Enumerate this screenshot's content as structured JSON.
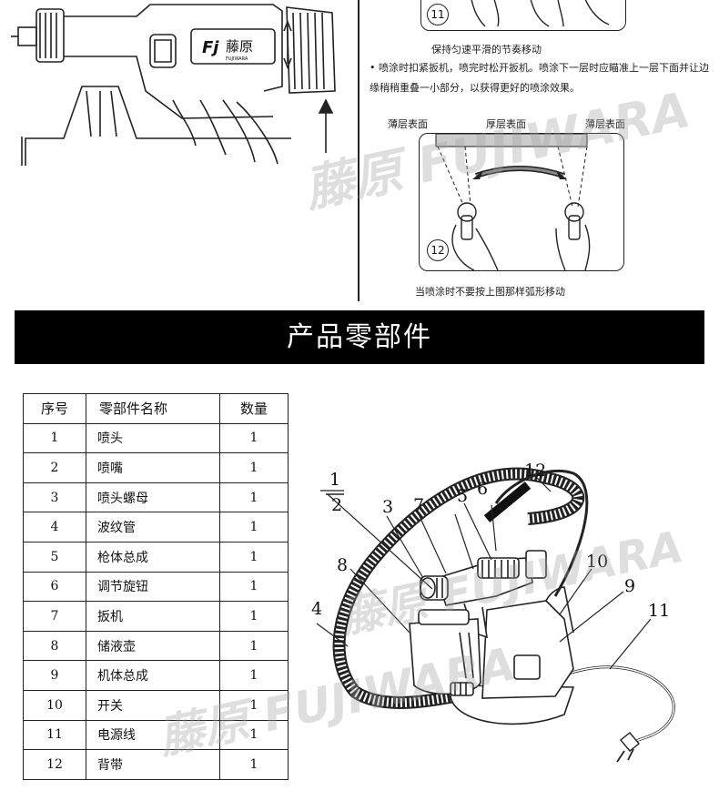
{
  "top_left": {
    "brand_logo": "Fj",
    "brand_name": "藤原",
    "brand_sub": "FUJIWARA"
  },
  "step11": {
    "number": "11",
    "caption": "保持匀速平滑的节奏移动",
    "tip": "• 喷涂时扣紧扳机，喷完时松开扳机。喷涂下一层时应瞄准上一层下面并让边缘稍稍重叠一小部分，以获得更好的喷涂效果。"
  },
  "step12": {
    "number": "12",
    "surface_left": "薄层表面",
    "surface_middle": "厚层表面",
    "surface_right": "薄层表面",
    "caption": "当喷涂时不要按上图那样弧形移动"
  },
  "section_title": "产品零部件",
  "parts_table": {
    "headers": [
      "序号",
      "零部件名称",
      "数量"
    ],
    "rows": [
      [
        "1",
        "喷头",
        "1"
      ],
      [
        "2",
        "喷嘴",
        "1"
      ],
      [
        "3",
        "喷头螺母",
        "1"
      ],
      [
        "4",
        "波纹管",
        "1"
      ],
      [
        "5",
        "枪体总成",
        "1"
      ],
      [
        "6",
        "调节旋钮",
        "1"
      ],
      [
        "7",
        "扳机",
        "1"
      ],
      [
        "8",
        "储液壶",
        "1"
      ],
      [
        "9",
        "机体总成",
        "1"
      ],
      [
        "10",
        "开关",
        "1"
      ],
      [
        "11",
        "电源线",
        "1"
      ],
      [
        "12",
        "背带",
        "1"
      ]
    ]
  },
  "diagram_callouts": [
    "1",
    "2",
    "3",
    "4",
    "5",
    "6",
    "7",
    "8",
    "9",
    "10",
    "11",
    "12"
  ],
  "watermarks": [
    "藤原 FUJIWARA",
    "藤原 FUJIWARA",
    "藤原 FUJIWARA"
  ]
}
